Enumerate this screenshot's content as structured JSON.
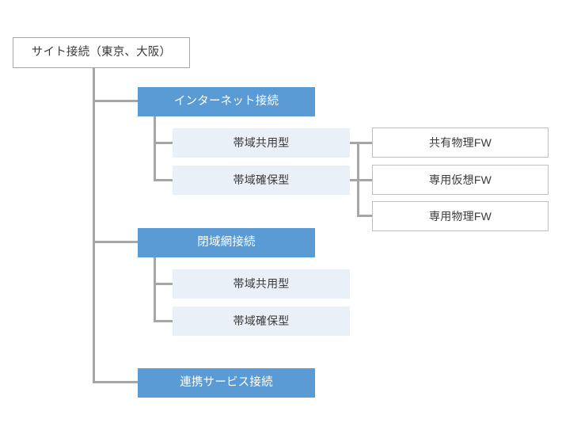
{
  "diagram": {
    "title_node": {
      "label": "サイト接続（東京、大阪）"
    },
    "branches": [
      {
        "label": "インターネット接続",
        "children": [
          {
            "label": "帯域共用型"
          },
          {
            "label": "帯域確保型"
          }
        ]
      },
      {
        "label": "閉域網接続",
        "children": [
          {
            "label": "帯域共用型"
          },
          {
            "label": "帯域確保型"
          }
        ]
      },
      {
        "label": "連携サービス接続",
        "children": []
      }
    ],
    "firewall_options": [
      {
        "label": "共有物理FW"
      },
      {
        "label": "専用仮想FW"
      },
      {
        "label": "専用物理FW"
      }
    ],
    "colors": {
      "primary_blue": "#5b9bd5",
      "sub_light_blue": "#eaf0f8",
      "connector_gray": "#a6a6a6",
      "outline_gray": "#bfbfbf",
      "text_dark": "#3b3b3b",
      "text_on_blue": "#ffffff",
      "background": "#ffffff"
    }
  }
}
